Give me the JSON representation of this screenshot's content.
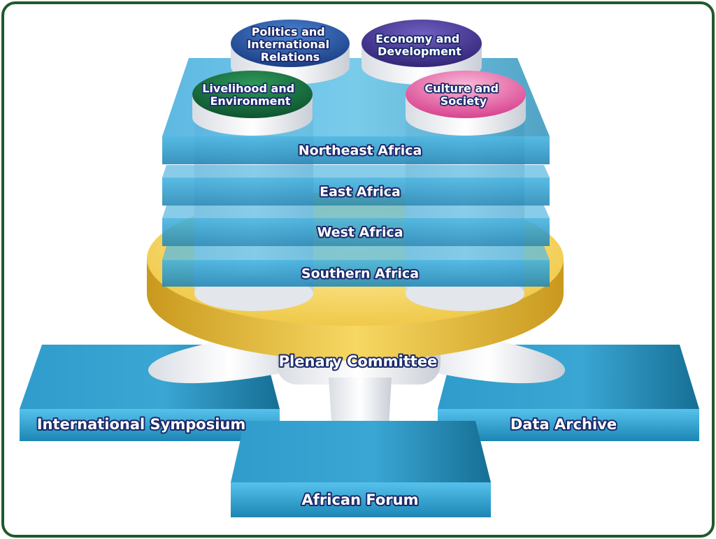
{
  "colors": {
    "frame": "#1f5a2a",
    "band": "#4fb0d8",
    "band_edge": "#1f7fa6",
    "plenary": "#f2cf55",
    "label_text": "#ffffff",
    "label_outline": "#1b2a6b"
  },
  "themes": [
    {
      "lines": [
        "Politics and",
        "International",
        "Relations"
      ],
      "color_light": "#4a83d1",
      "color_dark": "#1c3f86"
    },
    {
      "lines": [
        "Economy and",
        "Development"
      ],
      "color_light": "#6f5fc2",
      "color_dark": "#332677"
    },
    {
      "lines": [
        "Livelihood and",
        "Environment"
      ],
      "color_light": "#2f9a5a",
      "color_dark": "#0e5430"
    },
    {
      "lines": [
        "Culture and",
        "Society"
      ],
      "color_light": "#f6a6cf",
      "color_dark": "#d9438f"
    }
  ],
  "regions": [
    {
      "label": "Northeast Africa"
    },
    {
      "label": "East Africa"
    },
    {
      "label": "West Africa"
    },
    {
      "label": "Southern Africa"
    }
  ],
  "plenary": {
    "label": "Plenary Committee"
  },
  "outreach": [
    {
      "label": "International Symposium"
    },
    {
      "label": "Data Archive"
    },
    {
      "label": "African Forum"
    }
  ]
}
